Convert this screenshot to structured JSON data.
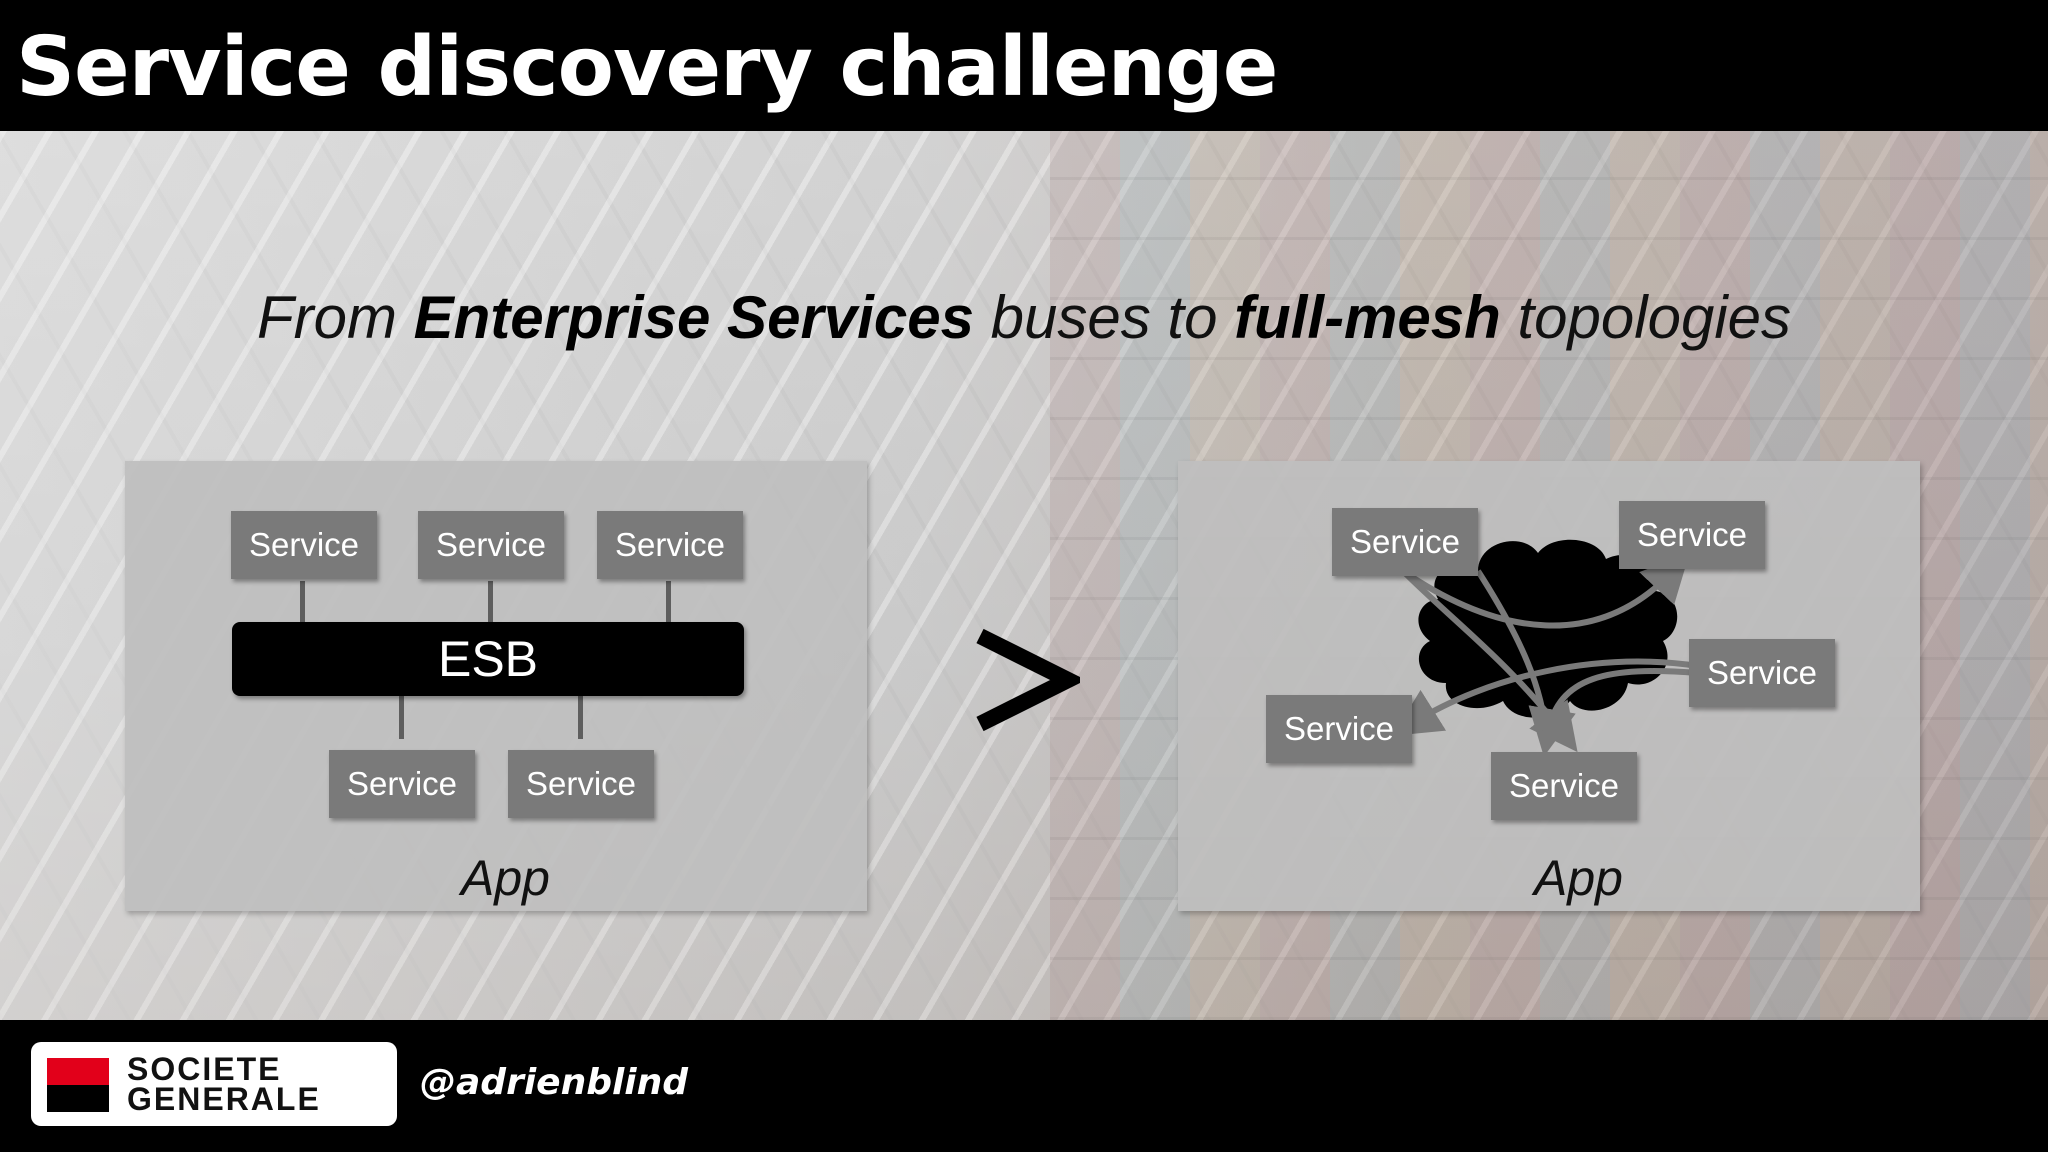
{
  "header": {
    "title": "Service discovery challenge"
  },
  "subtitle": {
    "part1": "From ",
    "part2": "Enterprise Services",
    "part3": " buses to ",
    "part4": "full-mesh",
    "part5": " topologies"
  },
  "left_diagram": {
    "top_services": [
      "Service",
      "Service",
      "Service"
    ],
    "bus_label": "ESB",
    "bottom_services": [
      "Service",
      "Service"
    ],
    "caption": "App"
  },
  "comparator": ">",
  "right_diagram": {
    "services": [
      "Service",
      "Service",
      "Service",
      "Service",
      "Service"
    ],
    "caption": "App"
  },
  "footer": {
    "logo_line1": "SOCIETE",
    "logo_line2": "GENERALE",
    "handle": "@adrienblind"
  },
  "colors": {
    "service_box": "#7a7a7a",
    "bar": "#000000",
    "logo_red": "#e2001a"
  }
}
